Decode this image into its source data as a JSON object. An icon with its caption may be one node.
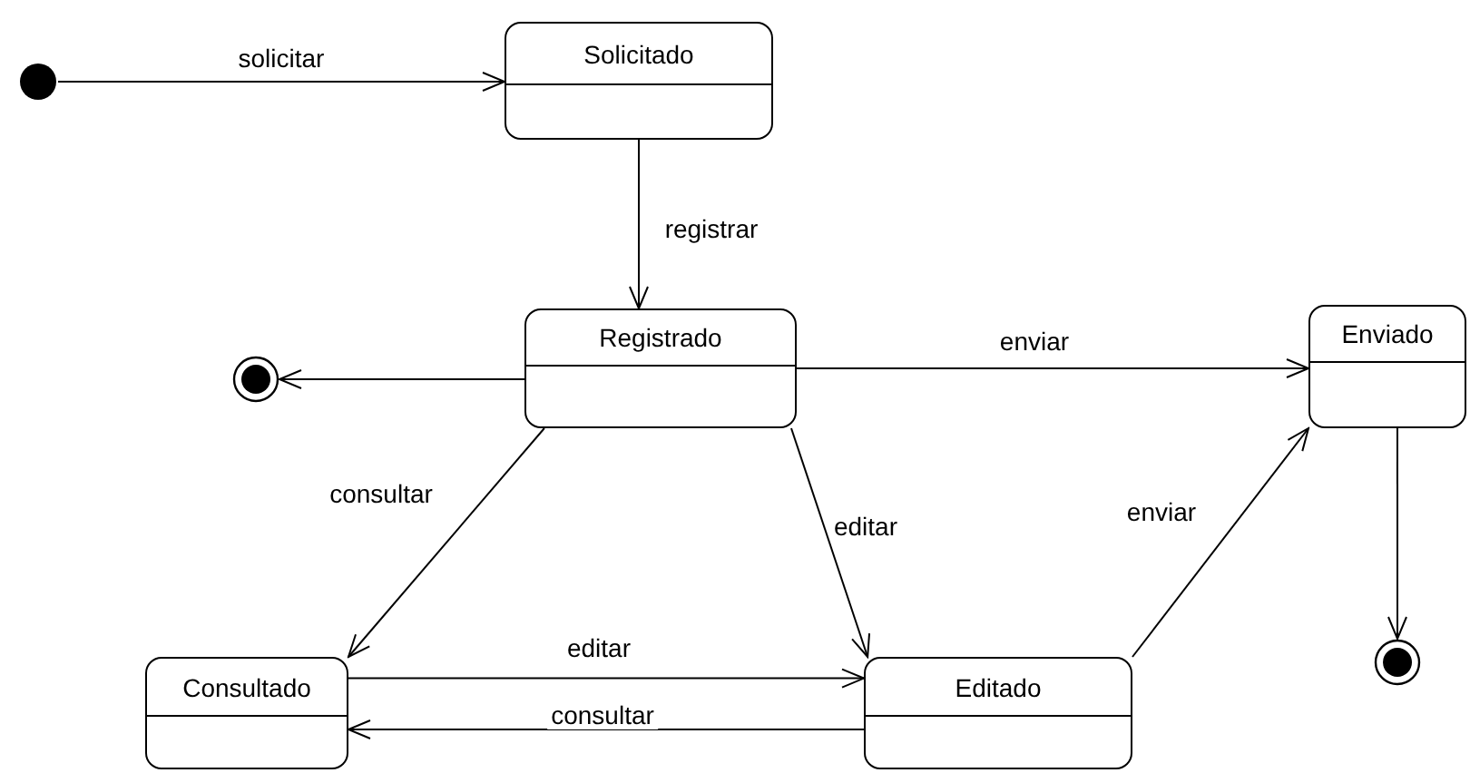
{
  "diagram": {
    "nodes": [
      {
        "text": [],
        "shape": "circle"
      },
      {
        "text": [
          "Solicitado"
        ]
      },
      {
        "text": [
          "Registrado"
        ]
      },
      {
        "text": [],
        "shape": "final-state"
      },
      {
        "text": [
          "Enviado"
        ]
      },
      {
        "text": [],
        "shape": "final-state"
      },
      {
        "text": [
          "Consultado"
        ]
      },
      {
        "text": [
          "Editado"
        ]
      }
    ],
    "edges": [
      {
        "from": 0,
        "to": 1,
        "arrow": "to",
        "label": "solicitar"
      },
      {
        "from": 1,
        "to": 2,
        "arrow": "to",
        "label": "registrar"
      },
      {
        "from": 2,
        "to": 3,
        "arrow": "to"
      },
      {
        "from": 2,
        "to": 4,
        "arrow": "to",
        "label": "enviar"
      },
      {
        "from": 2,
        "to": 6,
        "arrow": "to",
        "label": "consultar"
      },
      {
        "from": 2,
        "to": 7,
        "arrow": "to",
        "label": "editar"
      },
      {
        "from": 7,
        "to": 4,
        "arrow": "to",
        "label": "enviar"
      },
      {
        "from": 4,
        "to": 5,
        "arrow": "to"
      },
      {
        "from": 6,
        "to": 7,
        "arrow": "to",
        "label": "editar"
      },
      {
        "from": 7,
        "to": 6,
        "arrow": "to",
        "label": "consultar"
      }
    ]
  }
}
